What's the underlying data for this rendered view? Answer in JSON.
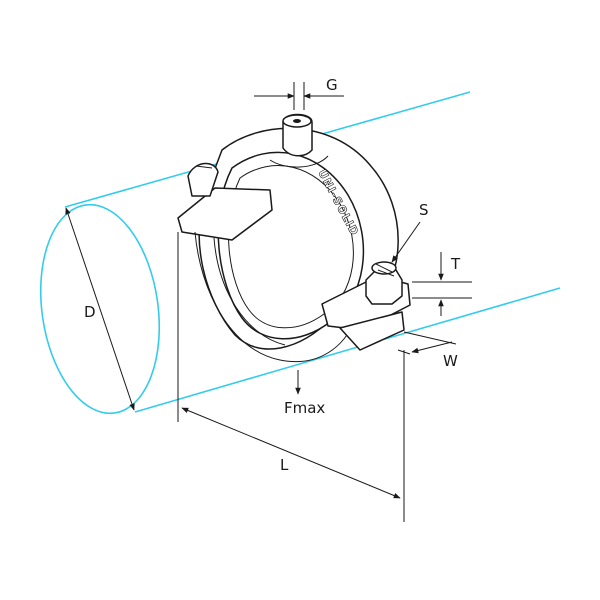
{
  "labels": {
    "g": "G",
    "s": "S",
    "t": "T",
    "w": "W",
    "d": "D",
    "l": "L",
    "fmax": "Fmax"
  },
  "brand": "UNI-SOLID",
  "colors": {
    "pipe": "#33ccee",
    "ink": "#1a1a1a"
  }
}
